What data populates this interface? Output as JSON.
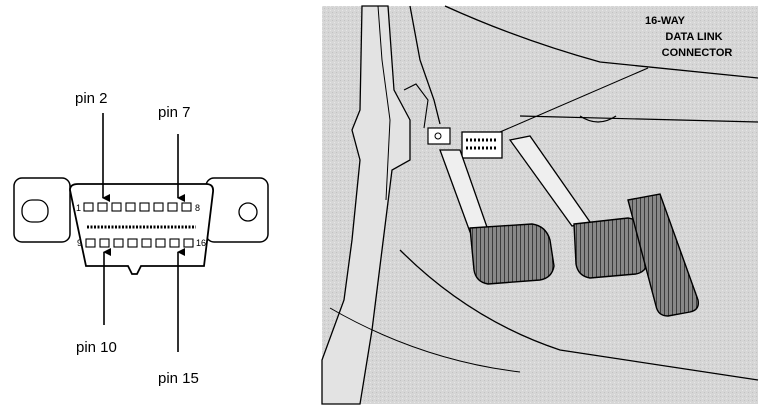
{
  "connector_diagram": {
    "pin_labels": {
      "pin2": "pin 2",
      "pin7": "pin 7",
      "pin10": "pin 10",
      "pin15": "pin 15"
    },
    "pin_numbers": {
      "n1": "1",
      "n8": "8",
      "n9": "9",
      "n16": "16"
    }
  },
  "vehicle_illustration": {
    "callout": {
      "line1": "16-WAY",
      "line2": "DATA LINK",
      "line3": "CONNECTOR"
    }
  },
  "colors": {
    "ink": "#000000",
    "panel_bg": "#d9d9d9",
    "connector_body": "#ffffff"
  }
}
